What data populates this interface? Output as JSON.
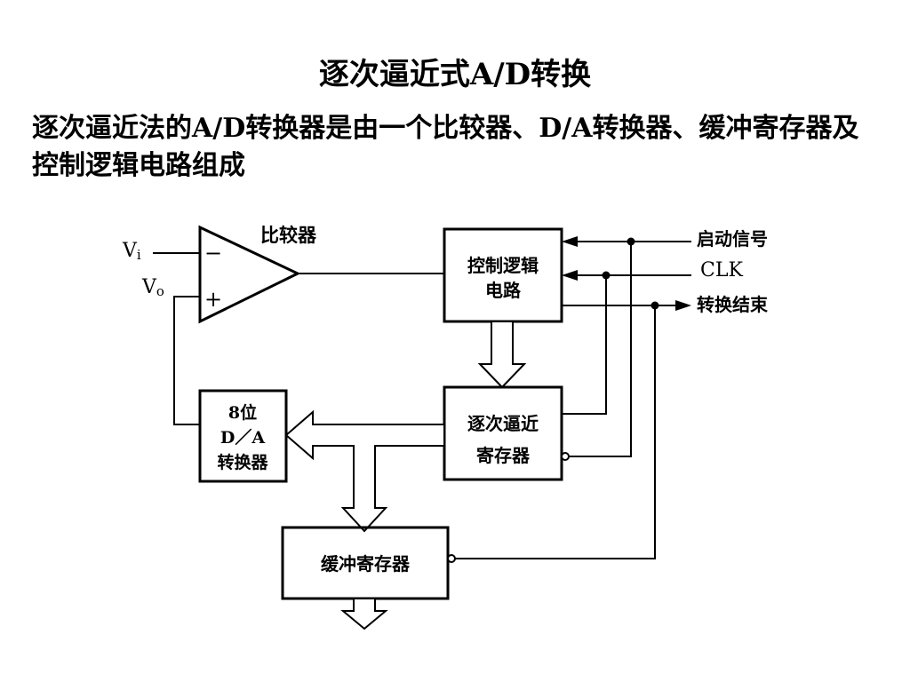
{
  "title": "逐次逼近式A/D转换",
  "description": "逐次逼近法的A/D转换器是由一个比较器、D/A转换器、缓冲寄存器及控制逻辑电路组成",
  "diagram": {
    "comparator_label": "比较器",
    "input_vi_base": "V",
    "input_vi_sub": "i",
    "input_vo_base": "V",
    "input_vo_sub": "o",
    "minus_sign": "−",
    "plus_sign": "+",
    "control_logic_line1": "控制逻辑",
    "control_logic_line2": "电路",
    "sar_line1": "逐次逼近",
    "sar_line2": "寄存器",
    "dac_line1": "8位",
    "dac_line2": "D／A",
    "dac_line3": "转换器",
    "buffer_label": "缓冲寄存器",
    "signal_start": "启动信号",
    "signal_clk": "CLK",
    "signal_end": "转换结束"
  }
}
